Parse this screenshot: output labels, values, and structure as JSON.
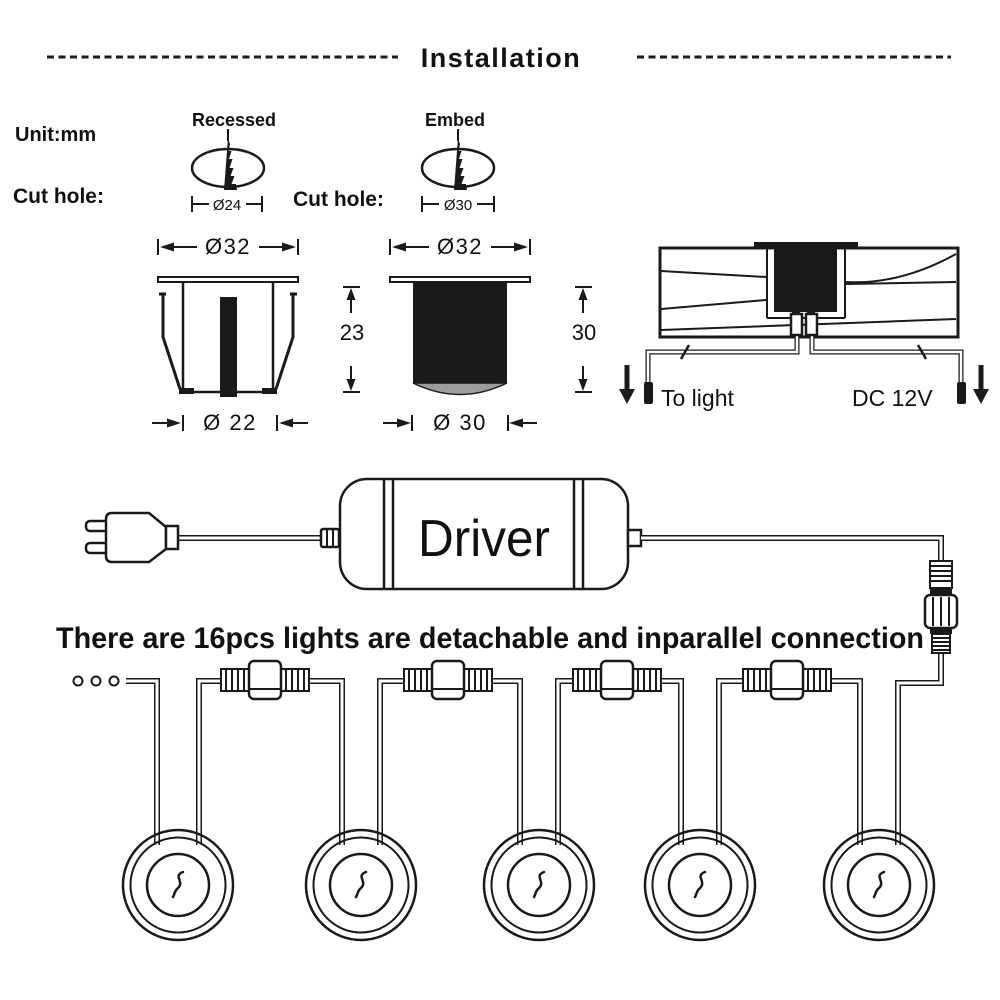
{
  "title": "Installation",
  "unit_label": "Unit:mm",
  "cut_hole": {
    "recessed_name": "Recessed",
    "embed_name": "Embed",
    "label_left": "Cut hole:",
    "label_right": "Cut hole:",
    "recessed_diameter": "Ø24",
    "embed_diameter": "Ø30"
  },
  "recessed_fixture": {
    "top_diameter": "Ø32",
    "height": "23",
    "bottom_diameter": "Ø 22"
  },
  "embed_fixture": {
    "top_diameter": "Ø32",
    "height": "30",
    "bottom_diameter": "Ø 30"
  },
  "wiring_section": {
    "to_light": "To light",
    "power": "DC 12V"
  },
  "driver": {
    "label": "Driver"
  },
  "parallel_note": "There are 16pcs lights are detachable and inparallel connection",
  "colors": {
    "ink": "#1a1a1a",
    "lens_gray": "#9c9c9c",
    "background": "#ffffff"
  }
}
